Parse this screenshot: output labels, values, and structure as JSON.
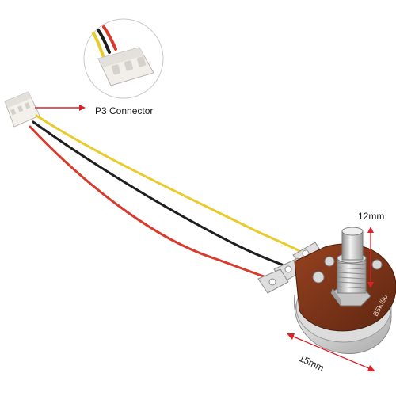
{
  "annotations": {
    "connector_label": "P3 Connector",
    "shaft_height_label": "12mm",
    "body_diameter_label": "15mm",
    "pot_marking": "B5K/90"
  },
  "colors": {
    "wire_yellow": "#e8cc2e",
    "wire_black": "#1e1e1e",
    "wire_red": "#d83a2c",
    "arrow_red": "#d9222a",
    "connector_white": "#f2efeb",
    "pot_board_brown": "#7a3318",
    "metal_silver": "#cfcfcf"
  }
}
